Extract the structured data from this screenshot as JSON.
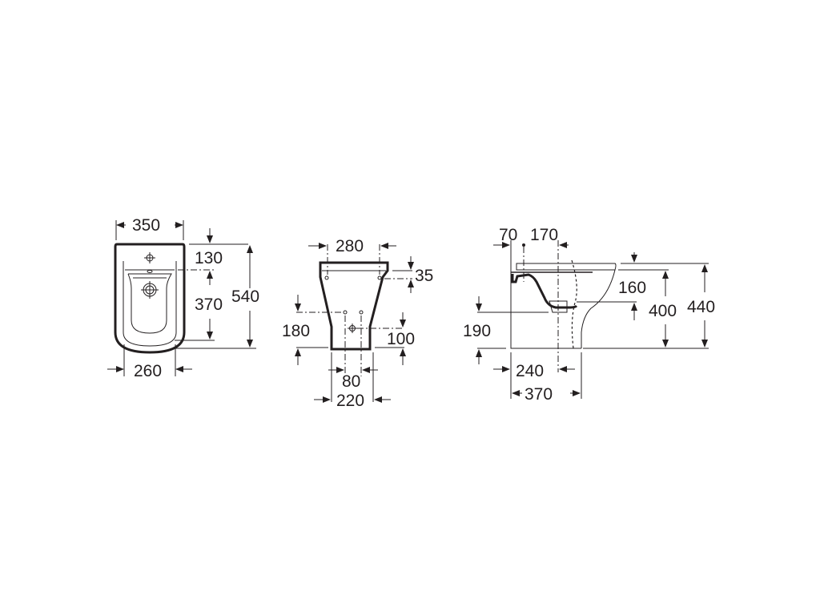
{
  "diagram": {
    "type": "technical-dimension-drawing",
    "units": "mm",
    "views": [
      {
        "name": "top-view",
        "dimensions": {
          "overall_width": "350",
          "base_width": "260",
          "overall_depth": "540",
          "tap_hole_offset": "130",
          "bowl_depth": "370"
        }
      },
      {
        "name": "rear-view",
        "dimensions": {
          "top_width": "280",
          "fixing_height": "35",
          "inlet_height": "180",
          "outlet_height": "100",
          "fixing_spacing": "80",
          "base_width": "220"
        }
      },
      {
        "name": "side-view",
        "dimensions": {
          "tap_offset": "70",
          "centre_offset": "170",
          "rim_depth": "160",
          "rim_height": "400",
          "overall_height": "440",
          "outlet_height": "190",
          "centre_distance": "240",
          "overall_length": "370"
        }
      }
    ],
    "colors": {
      "line": "#231f20",
      "background": "#ffffff"
    }
  }
}
